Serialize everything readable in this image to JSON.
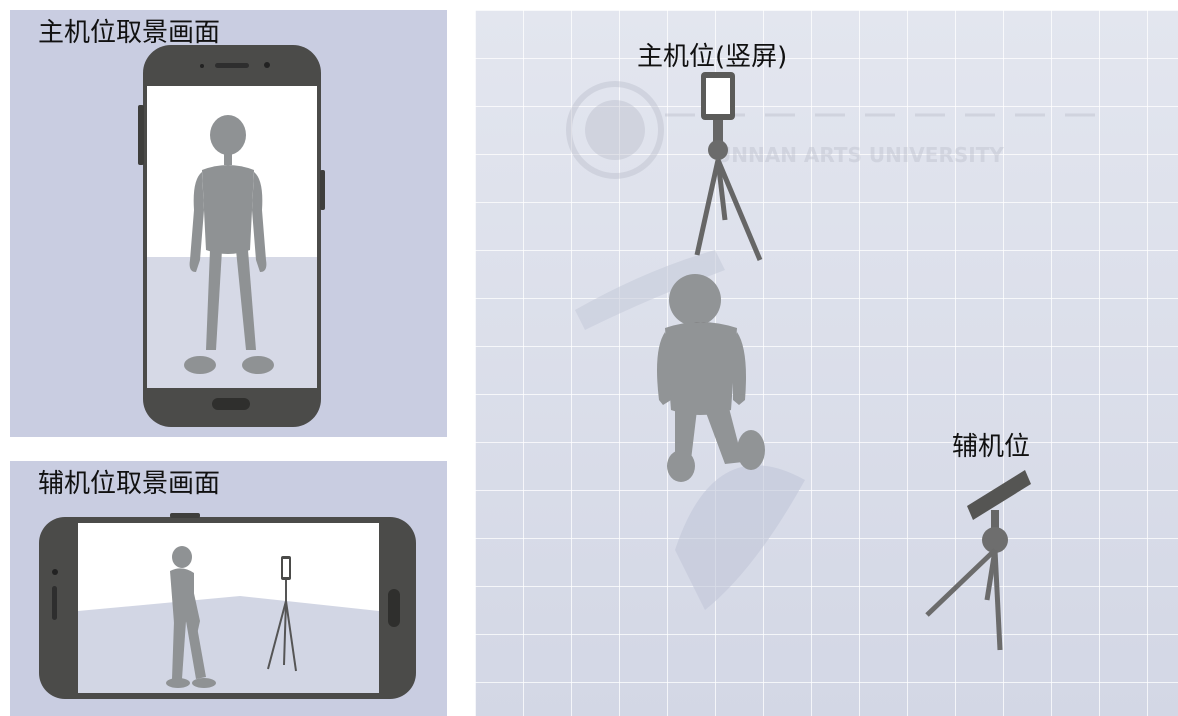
{
  "panels": {
    "top_left": {
      "title": "主机位取景画面"
    },
    "bottom_left": {
      "title": "辅机位取景画面"
    },
    "right": {
      "main_camera_label": "主机位(竖屏)",
      "aux_camera_label": "辅机位",
      "watermark_text": "UNNAN ARTS UNIVERSITY"
    }
  },
  "colors": {
    "background": "#cbcfe2",
    "floor": "#dfe3ee",
    "figure": "#8e9193",
    "phone": "#4d4d4b"
  }
}
